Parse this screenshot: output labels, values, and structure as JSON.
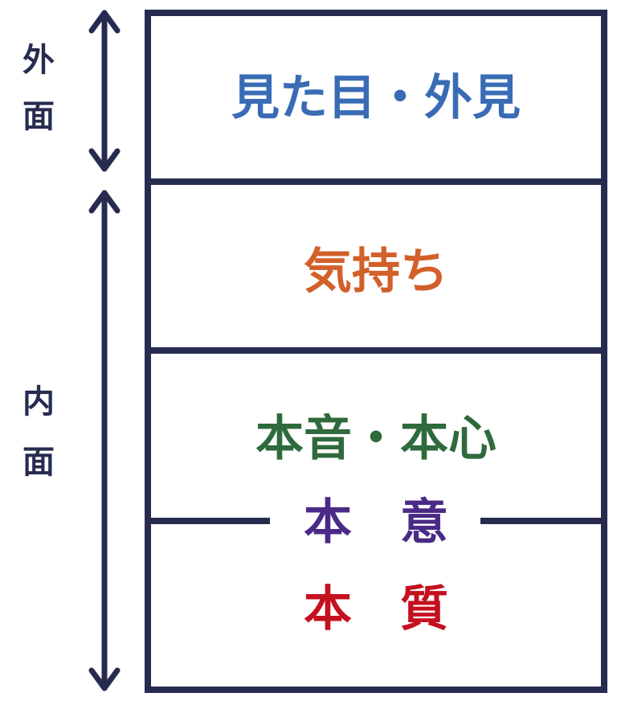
{
  "left_labels": {
    "outer": [
      "外",
      "面"
    ],
    "inner": [
      "内",
      "面"
    ]
  },
  "sections": {
    "appearance": "見た目・外見",
    "feelings": "気持ち",
    "true_feelings": "本音・本心",
    "intention": "本　意",
    "essence": "本　質"
  },
  "colors": {
    "frame": "#262b4f",
    "appearance": "#3a6cb5",
    "feelings": "#d2602a",
    "true_feelings": "#2f6a3c",
    "intention": "#4a2a86",
    "essence": "#c5101f"
  }
}
